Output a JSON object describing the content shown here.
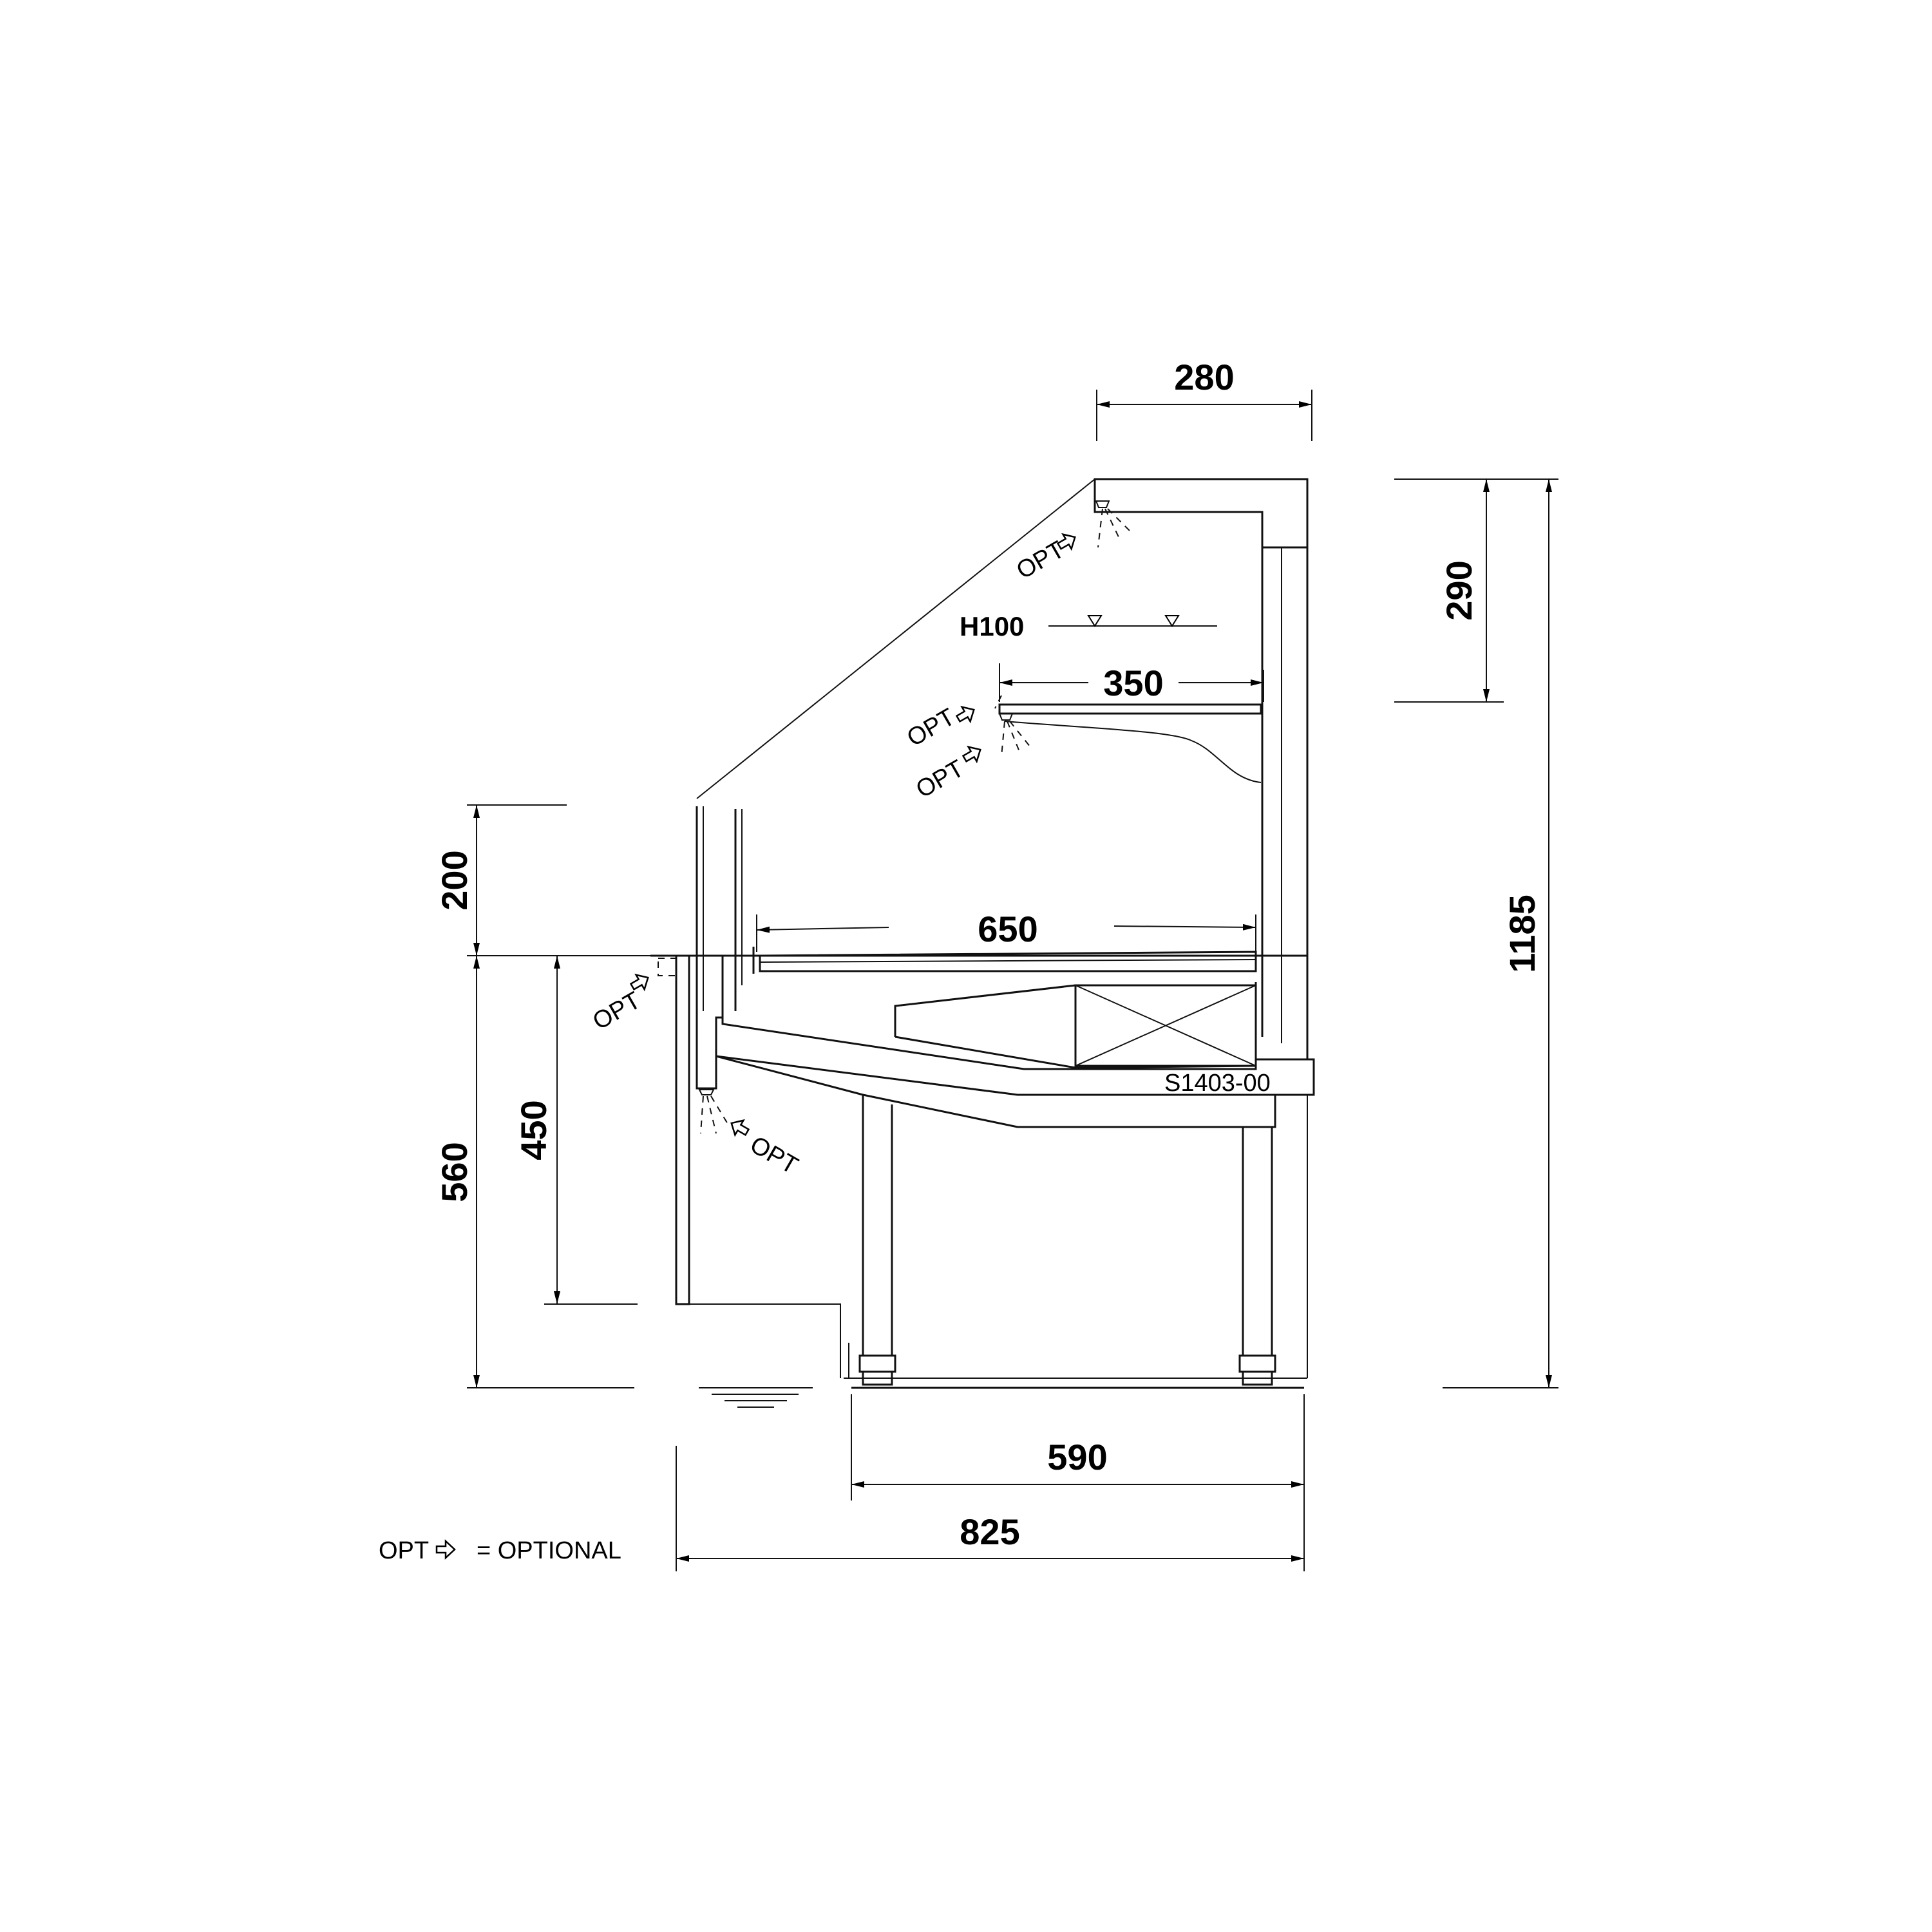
{
  "dimensions": {
    "top_width": "280",
    "top_height": "290",
    "total_height": "1185",
    "shelf_depth": "350",
    "deck_depth": "650",
    "front_glass_height": "200",
    "counter_height": "560",
    "front_panel_height": "450",
    "base_depth": "590",
    "total_depth": "825"
  },
  "labels": {
    "shelf_level": "H100",
    "model": "S1403-00",
    "opt": "OPT",
    "legend_opt": "OPT",
    "legend_text": "= OPTIONAL"
  },
  "icons": {
    "optional_marker": "outline-arrow-right-icon",
    "level_marker": "triangle-down-icon",
    "ground": "ground-hatch-icon"
  }
}
